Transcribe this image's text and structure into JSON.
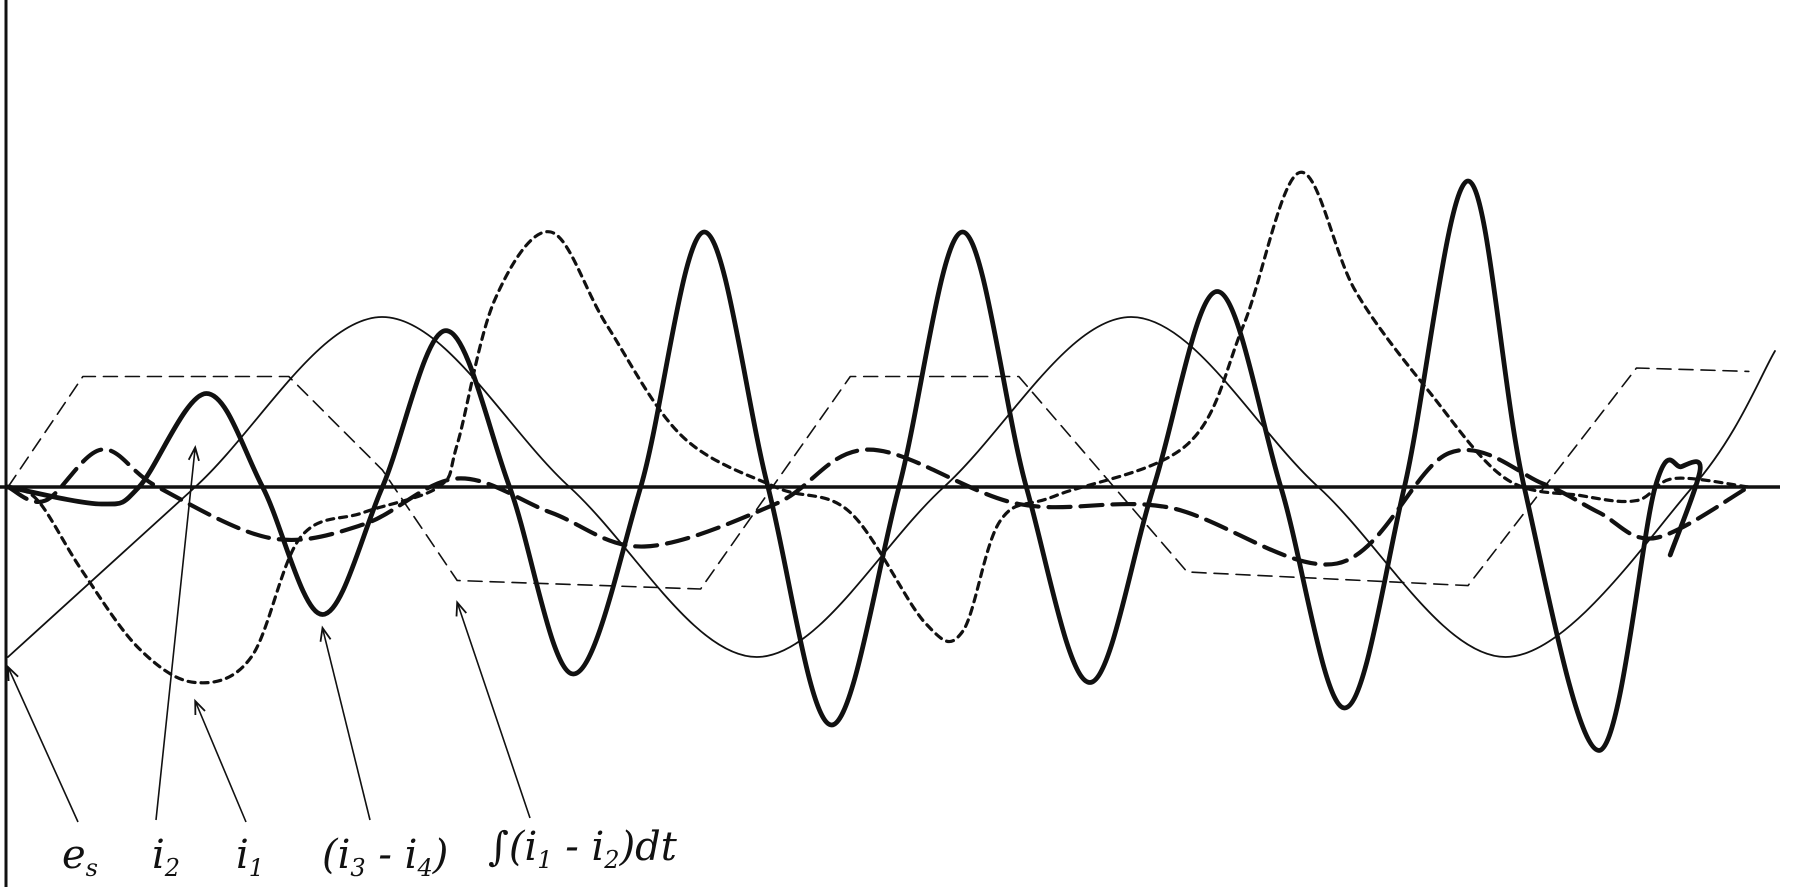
{
  "chart_data": {
    "type": "line",
    "title": "",
    "xlabel": "",
    "ylabel": "",
    "grid": false,
    "legend": "none",
    "series": [
      {
        "name": "e_s",
        "style": "thin-solid",
        "points": [
          [
            0,
            -1.0
          ],
          [
            0.5,
            0.0
          ],
          [
            1.0,
            1.0
          ],
          [
            1.5,
            0.0
          ],
          [
            2.0,
            -1.0
          ],
          [
            2.5,
            0.0
          ],
          [
            3.0,
            1.0
          ],
          [
            3.5,
            0.0
          ],
          [
            4.0,
            -1.0
          ],
          [
            4.5,
            0.0
          ],
          [
            4.72,
            0.8
          ]
        ]
      },
      {
        "name": "i_2",
        "style": "thick-dashed",
        "points": [
          [
            0,
            0
          ],
          [
            0.1,
            -0.08
          ],
          [
            0.25,
            0.22
          ],
          [
            0.4,
            0.0
          ],
          [
            0.7,
            -0.3
          ],
          [
            0.95,
            -0.22
          ],
          [
            1.2,
            0.05
          ],
          [
            1.45,
            -0.15
          ],
          [
            1.7,
            -0.35
          ],
          [
            2.05,
            -0.1
          ],
          [
            2.3,
            0.22
          ],
          [
            2.7,
            -0.1
          ],
          [
            3.1,
            -0.12
          ],
          [
            3.55,
            -0.45
          ],
          [
            3.85,
            0.2
          ],
          [
            4.1,
            0.02
          ],
          [
            4.25,
            -0.15
          ],
          [
            4.4,
            -0.3
          ],
          [
            4.65,
            0.0
          ]
        ]
      },
      {
        "name": "i_1",
        "style": "dotted",
        "points": [
          [
            0,
            0
          ],
          [
            0.08,
            -0.08
          ],
          [
            0.2,
            -0.5
          ],
          [
            0.35,
            -0.95
          ],
          [
            0.5,
            -1.15
          ],
          [
            0.65,
            -1.0
          ],
          [
            0.78,
            -0.3
          ],
          [
            0.95,
            -0.15
          ],
          [
            1.15,
            0.0
          ],
          [
            1.2,
            0.25
          ],
          [
            1.3,
            1.1
          ],
          [
            1.45,
            1.5
          ],
          [
            1.6,
            0.95
          ],
          [
            1.8,
            0.3
          ],
          [
            2.05,
            0.0
          ],
          [
            2.25,
            -0.15
          ],
          [
            2.45,
            -0.8
          ],
          [
            2.55,
            -0.85
          ],
          [
            2.65,
            -0.2
          ],
          [
            2.8,
            -0.05
          ],
          [
            3.15,
            0.25
          ],
          [
            3.3,
            0.95
          ],
          [
            3.45,
            1.85
          ],
          [
            3.6,
            1.15
          ],
          [
            3.8,
            0.55
          ],
          [
            4.0,
            0.05
          ],
          [
            4.2,
            -0.05
          ],
          [
            4.35,
            -0.08
          ],
          [
            4.45,
            0.05
          ],
          [
            4.65,
            0.0
          ]
        ]
      },
      {
        "name": "(i_3 - i_4)",
        "style": "thick-solid",
        "points": [
          [
            0,
            0
          ],
          [
            0.25,
            -0.1
          ],
          [
            0.35,
            0.0
          ],
          [
            0.53,
            0.55
          ],
          [
            0.68,
            0.0
          ],
          [
            0.84,
            -0.75
          ],
          [
            1.0,
            0.0
          ],
          [
            1.17,
            0.92
          ],
          [
            1.34,
            0.0
          ],
          [
            1.51,
            -1.1
          ],
          [
            1.69,
            0.0
          ],
          [
            1.86,
            1.5
          ],
          [
            2.03,
            0.0
          ],
          [
            2.2,
            -1.4
          ],
          [
            2.38,
            0.0
          ],
          [
            2.55,
            1.5
          ],
          [
            2.72,
            0.0
          ],
          [
            2.89,
            -1.15
          ],
          [
            3.06,
            0.0
          ],
          [
            3.23,
            1.15
          ],
          [
            3.4,
            0.0
          ],
          [
            3.57,
            -1.3
          ],
          [
            3.73,
            0.0
          ],
          [
            3.9,
            1.8
          ],
          [
            4.05,
            0.0
          ],
          [
            4.25,
            -1.55
          ],
          [
            4.4,
            0.0
          ],
          [
            4.47,
            0.12
          ],
          [
            4.52,
            0.1
          ],
          [
            4.44,
            -0.4
          ]
        ]
      },
      {
        "name": "∫(i_1 - i_2)dt",
        "style": "thin-dashed",
        "points": [
          [
            0,
            0
          ],
          [
            0.2,
            0.65
          ],
          [
            0.75,
            0.65
          ],
          [
            1.0,
            0.1
          ],
          [
            1.2,
            -0.55
          ],
          [
            1.85,
            -0.6
          ],
          [
            2.25,
            0.65
          ],
          [
            2.7,
            0.65
          ],
          [
            3.15,
            -0.5
          ],
          [
            3.9,
            -0.58
          ],
          [
            4.35,
            0.7
          ],
          [
            4.65,
            0.68
          ]
        ]
      },
      {
        "name": "axis",
        "style": "axis",
        "points": []
      }
    ],
    "xlim": [
      0,
      4.72
    ],
    "ylim": [
      -1.65,
      2.25
    ],
    "annotations": [
      {
        "label_parts": [
          "e",
          "s",
          ""
        ],
        "series": "e_s",
        "target": [
          0.0,
          -1.0
        ]
      },
      {
        "label_parts": [
          "i",
          "2",
          ""
        ],
        "series": "i_2",
        "target": [
          0.5,
          0.28
        ]
      },
      {
        "label_parts": [
          "i",
          "1",
          ""
        ],
        "series": "i_1",
        "target": [
          0.5,
          -1.2
        ]
      },
      {
        "label_parts": [
          "(i",
          "3",
          " - i",
          "4",
          ")"
        ],
        "series": "(i_3 - i_4)",
        "target": [
          0.84,
          -0.77
        ]
      },
      {
        "label_parts": [
          "∫(i",
          "1",
          " - i",
          "2",
          ")dt"
        ],
        "series": "∫(i_1 - i_2)dt",
        "target": [
          1.2,
          -0.62
        ]
      }
    ]
  }
}
